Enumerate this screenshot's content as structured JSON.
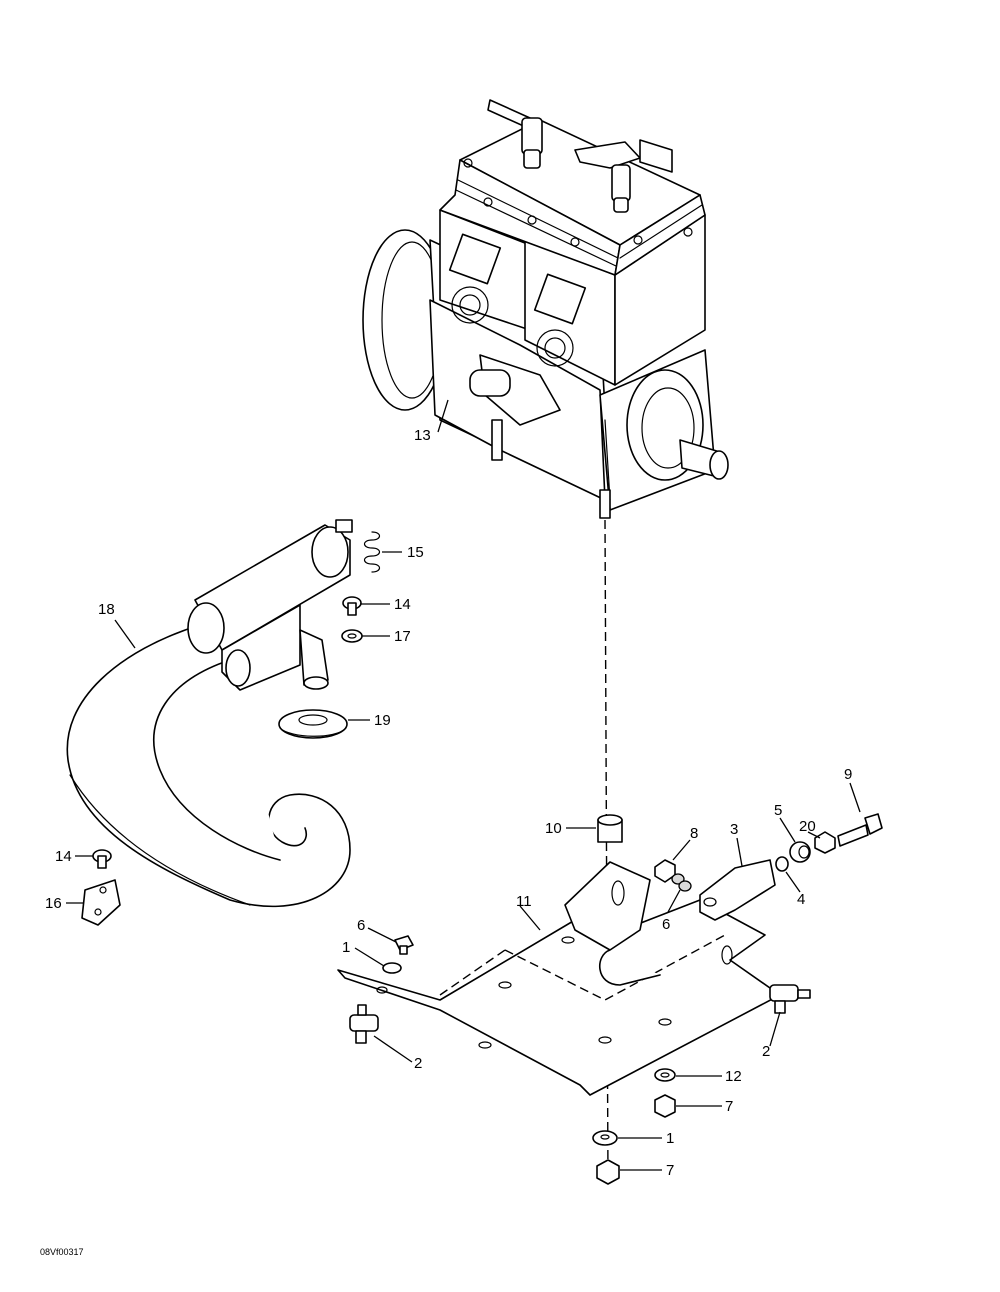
{
  "drawing_ref": "08Vf00317",
  "callouts": [
    {
      "id": "c13",
      "text": "13"
    },
    {
      "id": "c15",
      "text": "15"
    },
    {
      "id": "c14a",
      "text": "14"
    },
    {
      "id": "c17",
      "text": "17"
    },
    {
      "id": "c18",
      "text": "18"
    },
    {
      "id": "c19",
      "text": "19"
    },
    {
      "id": "c14b",
      "text": "14"
    },
    {
      "id": "c16",
      "text": "16"
    },
    {
      "id": "c10",
      "text": "10"
    },
    {
      "id": "c8",
      "text": "8"
    },
    {
      "id": "c3",
      "text": "3"
    },
    {
      "id": "c5",
      "text": "5"
    },
    {
      "id": "c20",
      "text": "20"
    },
    {
      "id": "c9",
      "text": "9"
    },
    {
      "id": "c4",
      "text": "4"
    },
    {
      "id": "c6a",
      "text": "6"
    },
    {
      "id": "c11",
      "text": "11"
    },
    {
      "id": "c6b",
      "text": "6"
    },
    {
      "id": "c1a",
      "text": "1"
    },
    {
      "id": "c2a",
      "text": "2"
    },
    {
      "id": "c2b",
      "text": "2"
    },
    {
      "id": "c12",
      "text": "12"
    },
    {
      "id": "c7a",
      "text": "7"
    },
    {
      "id": "c1b",
      "text": "1"
    },
    {
      "id": "c7b",
      "text": "7"
    }
  ]
}
